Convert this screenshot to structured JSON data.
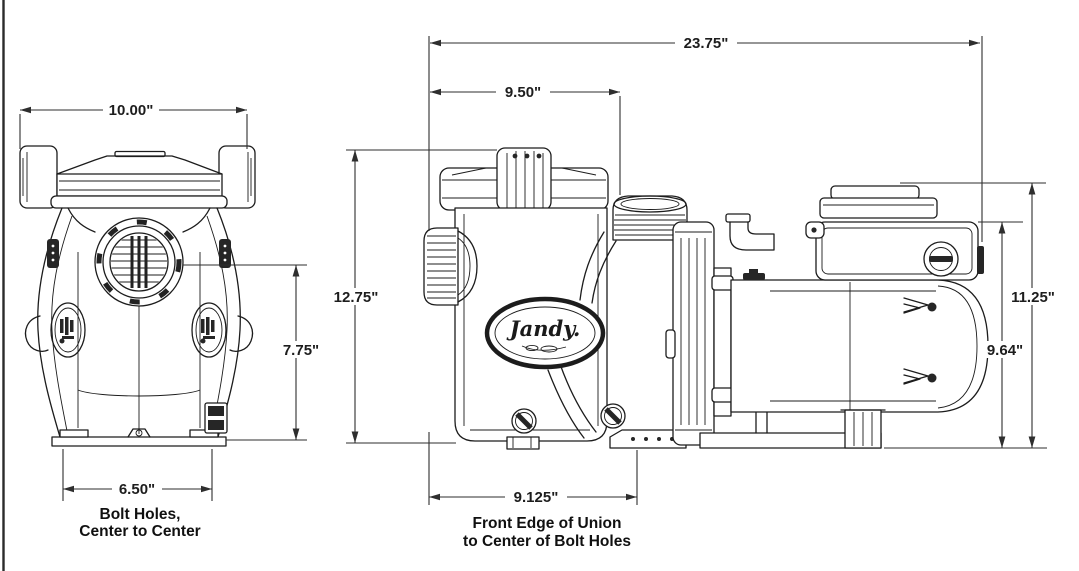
{
  "page": {
    "background": "#ffffff",
    "line_color": "#1c1c1c"
  },
  "front_view": {
    "dim_width": "10.00\"",
    "dim_height": "7.75\"",
    "dim_bolt_holes": "6.50\"",
    "caption_line1": "Bolt Holes,",
    "caption_line2": "Center to Center"
  },
  "side_view": {
    "dim_overall_length": "23.75\"",
    "dim_front_to_union_top": "9.50\"",
    "dim_height_to_lid": "12.75\"",
    "dim_overall_height": "11.25\"",
    "dim_motor_height": "9.64\"",
    "dim_union_to_bolt_holes": "9.125\"",
    "caption_line1": "Front Edge of Union",
    "caption_line2": "to Center of Bolt Holes",
    "brand_label": "Jandy."
  }
}
